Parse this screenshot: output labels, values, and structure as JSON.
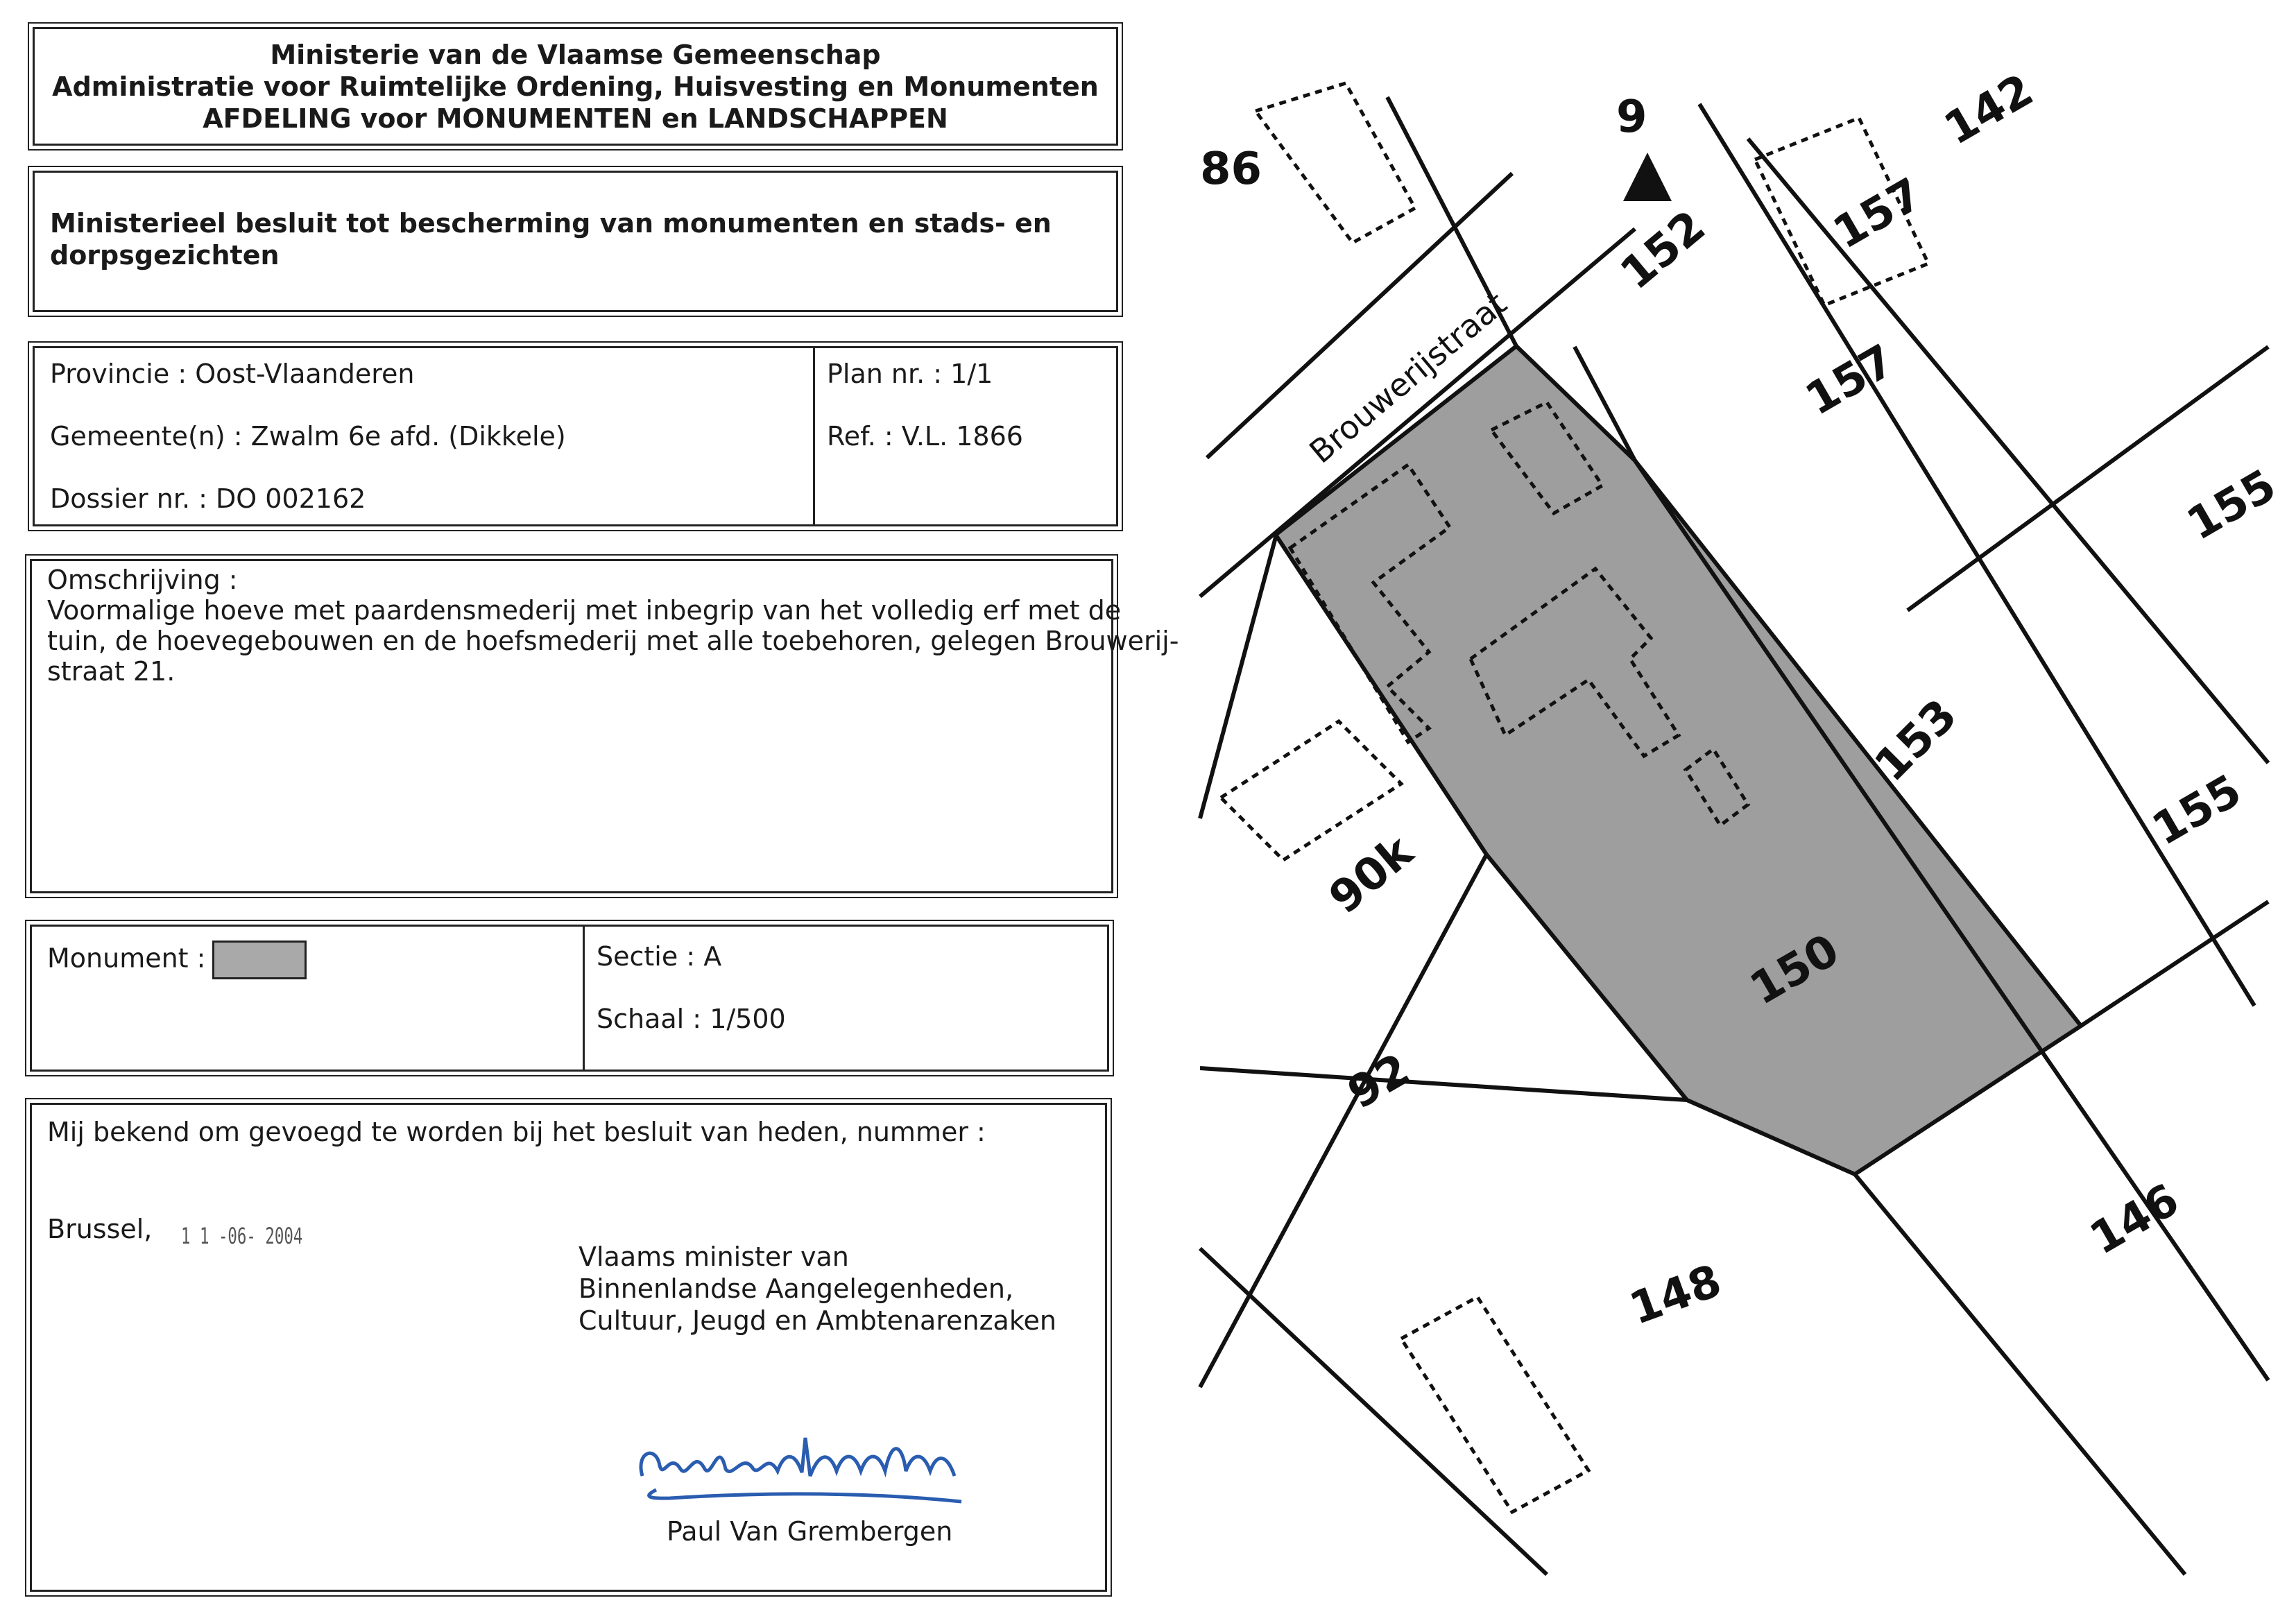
{
  "header": {
    "line1": "Ministerie van de Vlaamse Gemeenschap",
    "line2": "Administratie voor Ruimtelijke Ordening, Huisvesting en Monumenten",
    "line3": "AFDELING voor MONUMENTEN en LANDSCHAPPEN"
  },
  "title": {
    "line1": "Ministerieel besluit tot bescherming van monumenten en stads- en",
    "line2": "dorpsgezichten"
  },
  "info": {
    "provincie": "Provincie : Oost-Vlaanderen",
    "gemeente": "Gemeente(n) : Zwalm 6e afd. (Dikkele)",
    "dossier": "Dossier nr. : DO  002162",
    "plan": "Plan nr. : 1/1",
    "ref": "Ref. : V.L.  1866"
  },
  "omschrijving": {
    "label": "Omschrijving :",
    "lines": [
      "Voormalige hoeve met paardensmederij met inbegrip van het volledig erf met de",
      "tuin, de hoevegebouwen en de hoefsmederij met alle toebehoren, gelegen Brouwerij-",
      "straat 21."
    ]
  },
  "legend": {
    "monument_label": "Monument :",
    "monument_color": "#a9a9a9",
    "sectie": "Sectie : A",
    "schaal": "Schaal : 1/500"
  },
  "signature_block": {
    "intro": "Mij bekend om gevoegd te worden bij het besluit van heden, nummer :",
    "place": "Brussel,",
    "date_stamp": "1 1 -06- 2004",
    "minister_lines": [
      "Vlaams minister van",
      "Binnenlandse Aangelegenheden,",
      "Cultuur, Jeugd en Ambtenarenzaken"
    ],
    "signature": "Paul Van Grembergen",
    "name": "Paul Van Grembergen"
  },
  "map": {
    "street": "Brouwerijstraat",
    "labels": {
      "p86": "86",
      "p9": "9",
      "p152": "152",
      "p157a": "157",
      "p157b": "157",
      "p142": "142",
      "p155a": "155",
      "p155b": "155",
      "p153": "153",
      "p150": "150",
      "p90k": "90k",
      "p92": "92",
      "p148": "148",
      "p146": "146"
    }
  }
}
